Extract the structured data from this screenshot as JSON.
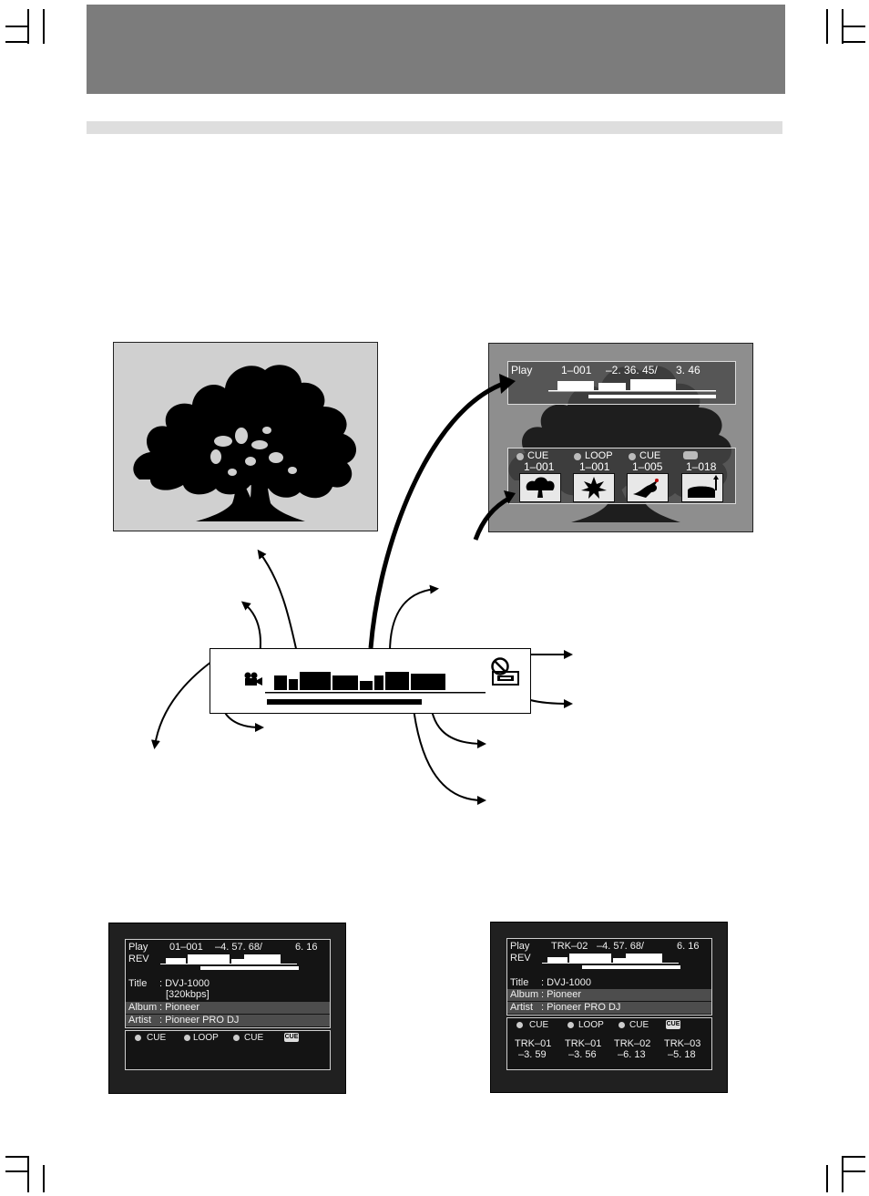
{
  "overlay_screen": {
    "status": "Play",
    "track": "1–001",
    "time": "–2. 36. 45/",
    "total": "3. 46",
    "cues": [
      {
        "label": "CUE",
        "time": "1–001",
        "thumb": "tree-icon"
      },
      {
        "label": "LOOP",
        "time": "1–001",
        "thumb": "leaf-icon"
      },
      {
        "label": "CUE",
        "time": "1–005",
        "thumb": "bird-icon"
      },
      {
        "label": "",
        "time": "1–018",
        "thumb": "cake-icon"
      }
    ]
  },
  "info_screen_1": {
    "status": "Play",
    "mode": "REV",
    "track": "01–001",
    "time": "–4. 57. 68/",
    "total": "6. 16",
    "title_label": "Title",
    "title_value": ": DVJ-1000",
    "bitrate": "[320kbps]",
    "album_label": "Album",
    "album_value": ": Pioneer",
    "artist_label": "Artist",
    "artist_value": ": Pioneer PRO DJ",
    "cue_labels": [
      "CUE",
      "LOOP",
      "CUE"
    ],
    "cue_badge": "CUE"
  },
  "info_screen_2": {
    "status": "Play",
    "mode": "REV",
    "track": "TRK–02",
    "time": "–4. 57. 68/",
    "total": "6. 16",
    "title_label": "Title",
    "title_value": ": DVJ-1000",
    "album_label": "Album",
    "album_value": ": Pioneer",
    "artist_label": "Artist",
    "artist_value": ": Pioneer PRO DJ",
    "cue_labels": [
      "CUE",
      "LOOP",
      "CUE"
    ],
    "cue_badge": "CUE",
    "cue_tracks": [
      {
        "name": "TRK–01",
        "time": "–3. 59"
      },
      {
        "name": "TRK–01",
        "time": "–3. 56"
      },
      {
        "name": "TRK–02",
        "time": "–6. 13"
      },
      {
        "name": "TRK–03",
        "time": "–5. 18"
      }
    ]
  },
  "icons": {
    "video": "video-camera-icon",
    "prohibit": "prohibit-icon",
    "screen": "screen-icon"
  }
}
